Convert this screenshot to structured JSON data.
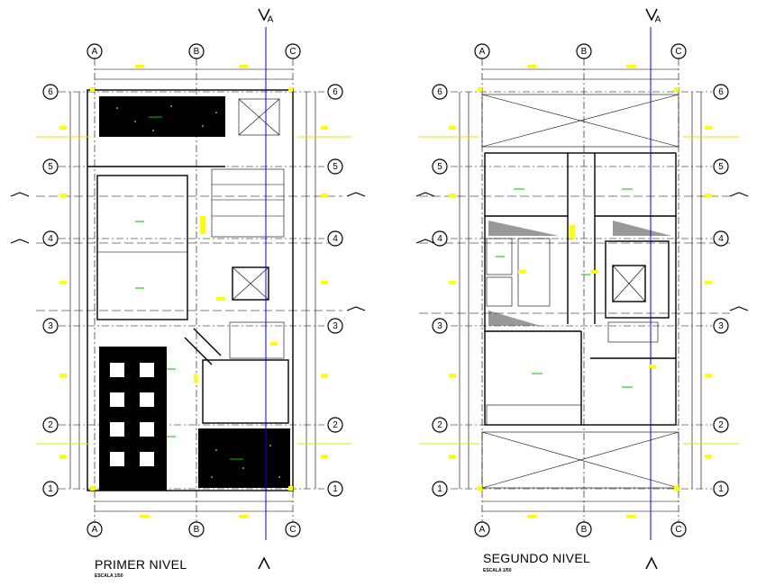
{
  "plans": [
    {
      "title": "PRIMER NIVEL",
      "scale": "ESCALA 1/50"
    },
    {
      "title": "SEGUNDO NIVEL",
      "scale": "ESCALA 1/50"
    }
  ],
  "column_axes": [
    "A",
    "B",
    "C"
  ],
  "row_axes": [
    "6",
    "5",
    "4",
    "3",
    "2",
    "1"
  ],
  "section_marks": [
    "A",
    "A"
  ],
  "colors": {
    "dimension_marks": "#ffff00",
    "level_marks": "#00c000",
    "section_line": "#0000ff",
    "hatch_fill": "#000000"
  }
}
